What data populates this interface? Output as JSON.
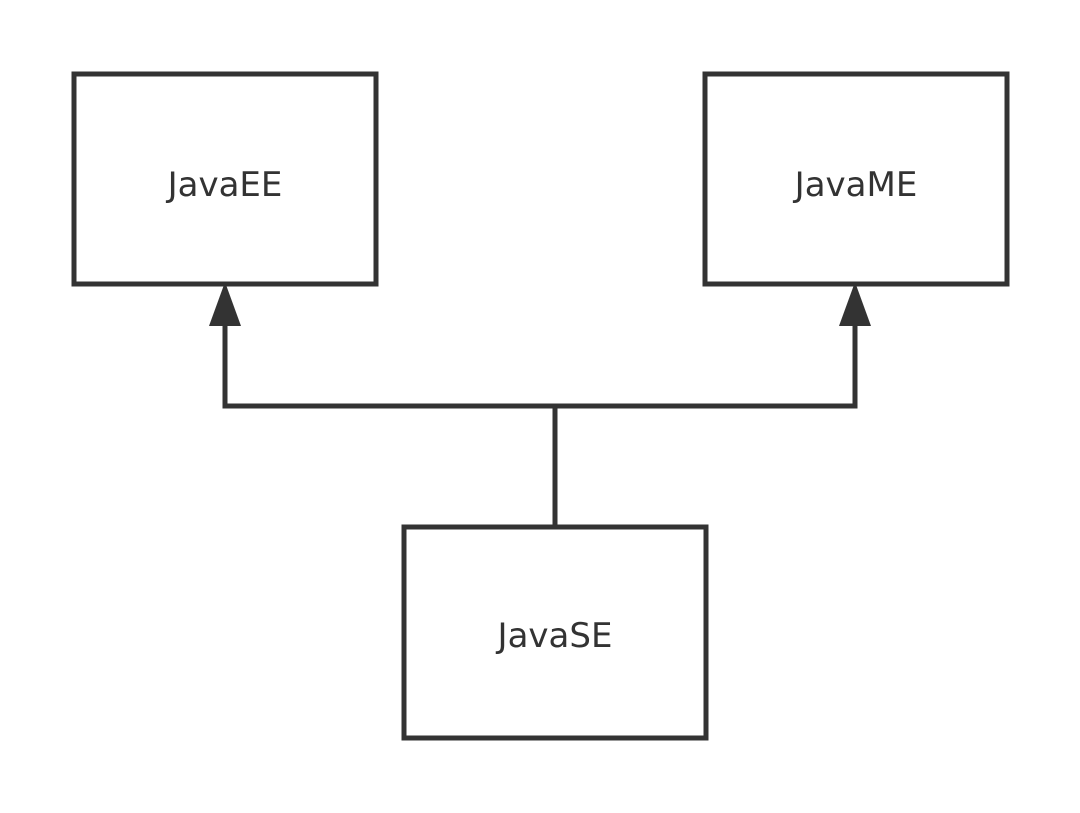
{
  "colors": {
    "stroke": "#333333",
    "text": "#333333",
    "background": "#ffffff"
  },
  "nodes": {
    "java_ee": {
      "label": "JavaEE"
    },
    "java_me": {
      "label": "JavaME"
    },
    "java_se": {
      "label": "JavaSE"
    }
  },
  "edges": [
    {
      "from": "JavaSE",
      "to": "JavaEE"
    },
    {
      "from": "JavaSE",
      "to": "JavaME"
    }
  ]
}
